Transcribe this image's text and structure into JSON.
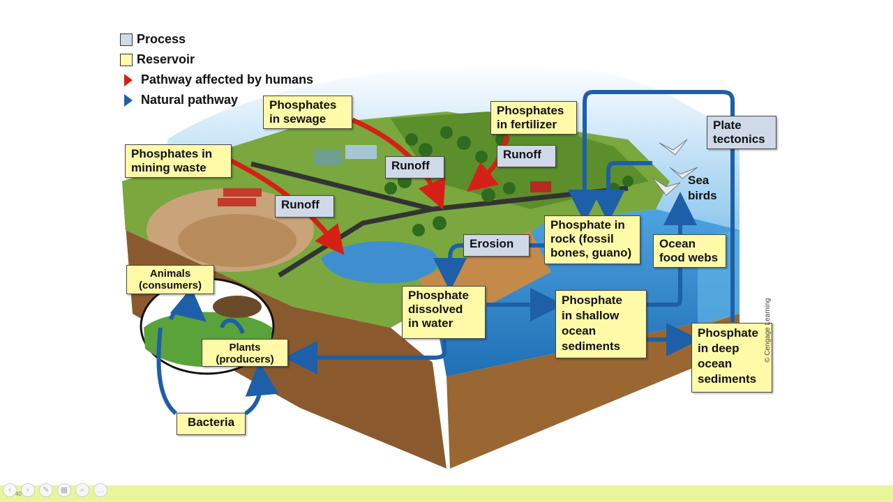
{
  "legend": {
    "process": "Process",
    "reservoir": "Reservoir",
    "human_pathway": "Pathway affected by humans",
    "natural_pathway": "Natural pathway"
  },
  "colors": {
    "process_fill": "#cfd9e8",
    "reservoir_fill": "#fefaa8",
    "human_arrow": "#d62015",
    "natural_arrow": "#1d5fa8",
    "water": "#3f8fd0",
    "soil": "#8a5a2e",
    "bottom_bar": "#e8f59a"
  },
  "reservoirs": {
    "sewage": "Phosphates\nin sewage",
    "fertilizer": "Phosphates\nin fertilizer",
    "mining": "Phosphates in\nmining waste",
    "rock": "Phosphate in\nrock (fossil\nbones, guano)",
    "food_webs": "Ocean\nfood webs",
    "dissolved": "Phosphate\ndissolved\nin water",
    "shallow": "Phosphate\nin shallow\nocean\nsediments",
    "deep": "Phosphate\nin deep\nocean\nsediments",
    "animals": "Animals\n(consumers)",
    "plants": "Plants\n(producers)"
  },
  "processes": {
    "runoff_sewage": "Runoff",
    "runoff_fertilizer": "Runoff",
    "runoff_mining": "Runoff",
    "erosion": "Erosion",
    "plate_tectonics": "Plate\ntectonics",
    "bacteria": "Bacteria"
  },
  "labels": {
    "sea_birds": "Sea\nbirds",
    "credit": "© Cengage Learning",
    "page_number": "40"
  },
  "icons": [
    "previous-icon",
    "next-icon",
    "pen-icon",
    "slides-icon",
    "zoom-icon",
    "more-icon"
  ]
}
